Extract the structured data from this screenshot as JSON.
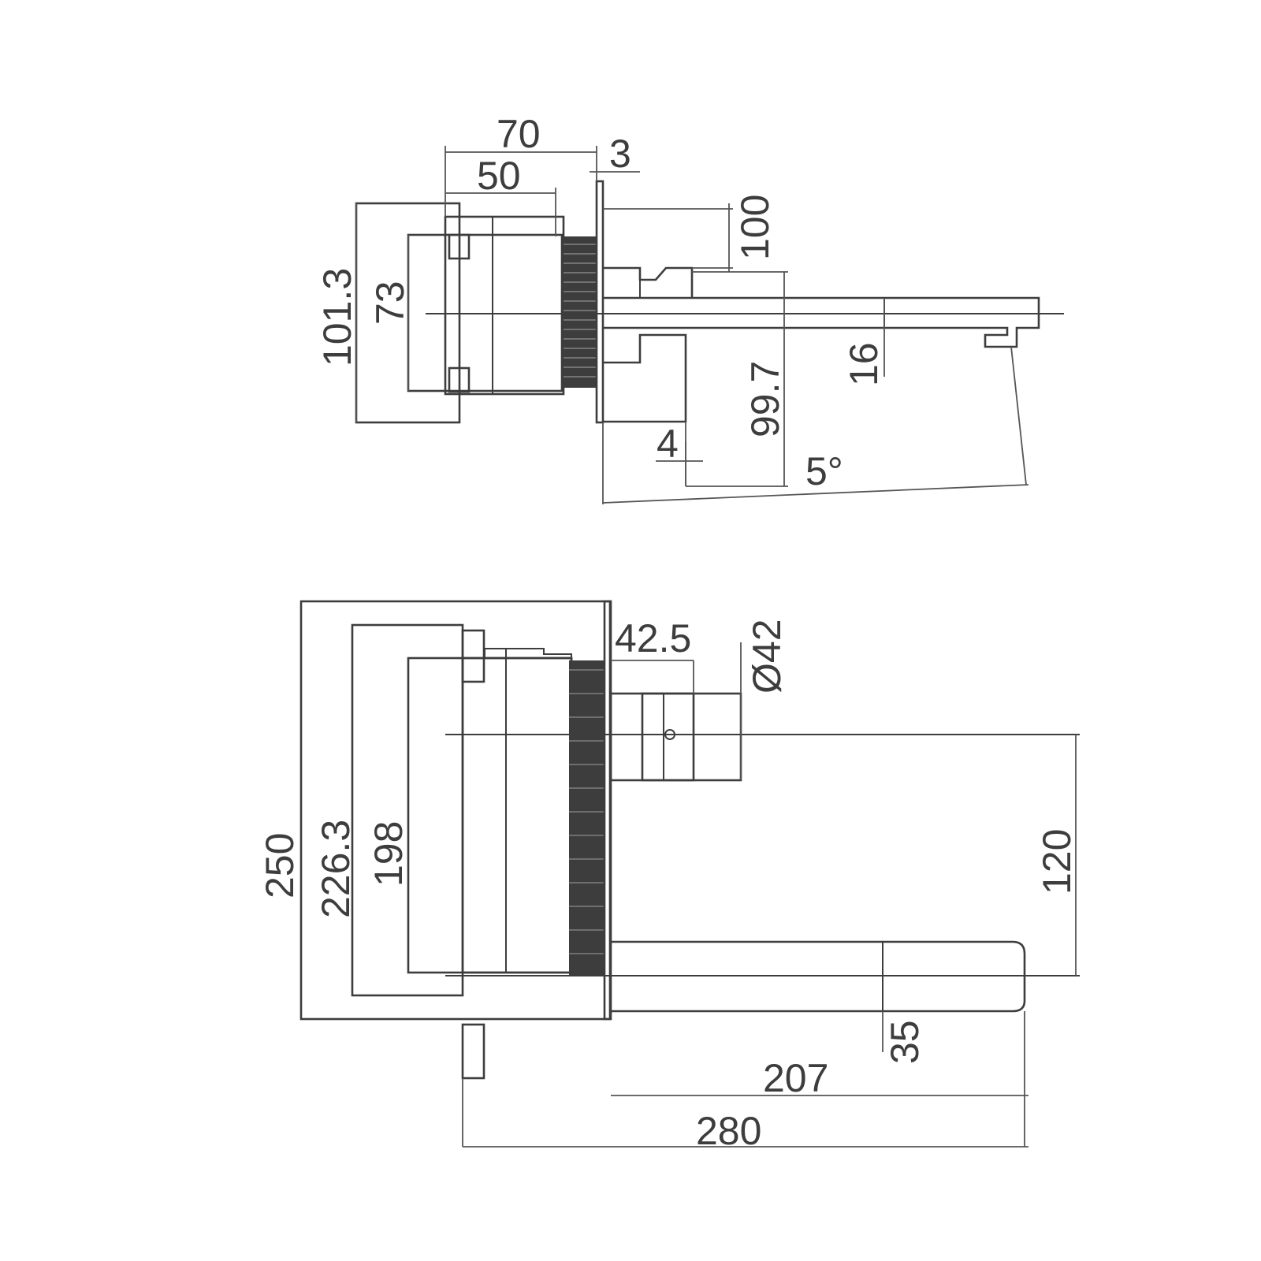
{
  "side_view": {
    "dims": {
      "d70": "70",
      "d3": "3",
      "d50": "50",
      "d100": "100",
      "d101_3": "101.3",
      "d73": "73",
      "d16": "16",
      "d99_7": "99.7",
      "d4": "4",
      "angle5": "5°"
    }
  },
  "top_view": {
    "dims": {
      "d42_5": "42.5",
      "dia42": "Ø42",
      "d250": "250",
      "d226_3": "226.3",
      "d198": "198",
      "d120": "120",
      "d35": "35",
      "d207": "207",
      "d280": "280"
    }
  },
  "colors": {
    "line": "#3d3d3d",
    "background": "#ffffff"
  }
}
